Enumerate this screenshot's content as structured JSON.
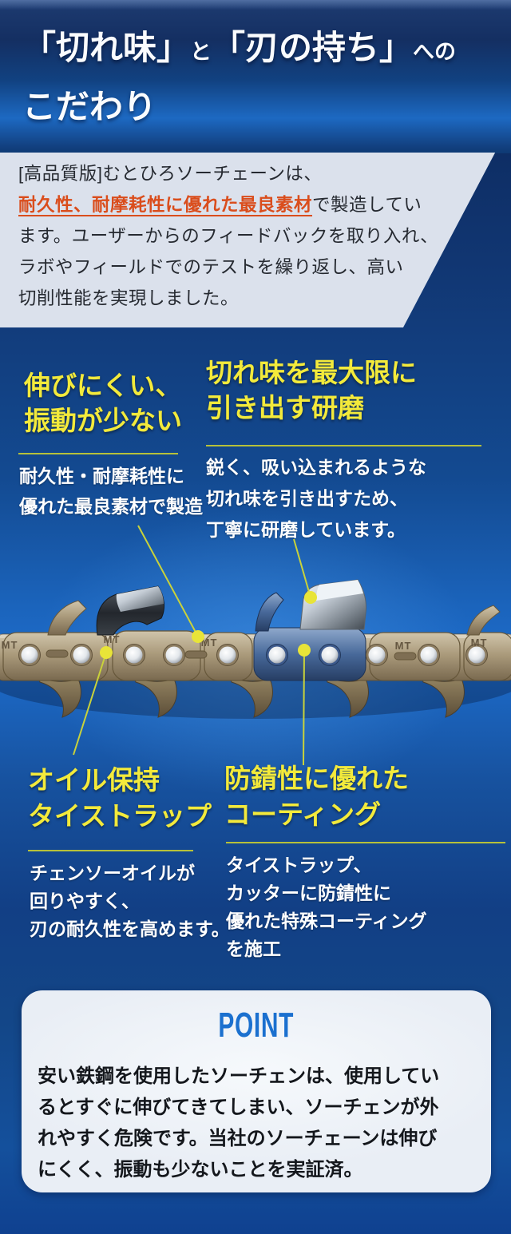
{
  "header": {
    "title_parts": [
      "「切れ味」",
      "と",
      "「刃の持ち」",
      "への"
    ],
    "title_line2": "こだわり"
  },
  "intro": {
    "line1": "[高品質版]むとひろソーチェーンは、",
    "em": "耐久性、耐摩耗性に優れた最良素材",
    "after_em": "で製造してい",
    "line3": "ます。ユーザーからのフィードバックを取り入れ、",
    "line4": "ラボやフィールドでのテストを繰り返し、高い",
    "line5": "切削性能を実現しました。"
  },
  "features": {
    "top_left": {
      "heading_line1": "伸びにくい、",
      "heading_line2": "振動が少ない",
      "body_line1": "耐久性・耐摩耗性に",
      "body_line2": "優れた最良素材で製造"
    },
    "top_right": {
      "heading_line1": "切れ味を最大限に",
      "heading_line2": "引き出す研磨",
      "body_line1": "鋭く、吸い込まれるような",
      "body_line2": "切れ味を引き出すため、",
      "body_line3": "丁寧に研磨しています。"
    },
    "bottom_left": {
      "heading_line1": "オイル保持",
      "heading_line2": "タイストラップ",
      "body_line1": "チェンソーオイルが",
      "body_line2": "回りやすく、",
      "body_line3": "刃の耐久性を高めます。"
    },
    "bottom_right": {
      "heading_line1": "防錆性に優れた",
      "heading_line2": "コーティング",
      "body_line1": "タイストラップ、",
      "body_line2": "カッターに防錆性に",
      "body_line3": "優れた特殊コーティング",
      "body_line4": "を施工"
    }
  },
  "chain": {
    "stamp": "MT"
  },
  "point": {
    "title": "POINT",
    "body_line1": "安い鉄鋼を使用したソーチェンは、使用してい",
    "body_line2": "るとすぐに伸びてきてしまい、ソーチェンが外",
    "body_line3": "れやすく危険です。当社のソーチェーンは伸び",
    "body_line4": "にくく、振動も少ないことを実証済。"
  },
  "colors": {
    "header_blue_dark": "#142f62",
    "header_blue_bright": "#1d69c2",
    "body_glow_blue": "#1d6ccb",
    "intro_box_bg": "#dbe1ec",
    "emphasis_orange": "#da4d1c",
    "heading_yellow": "#f3ea3b",
    "rule_yellow": "#b7c13a",
    "callout_yellow": "#e3df38",
    "point_blue": "#1b70cf",
    "chain_tan": "#ab9b7c",
    "chain_blue_link": "#48699a"
  }
}
